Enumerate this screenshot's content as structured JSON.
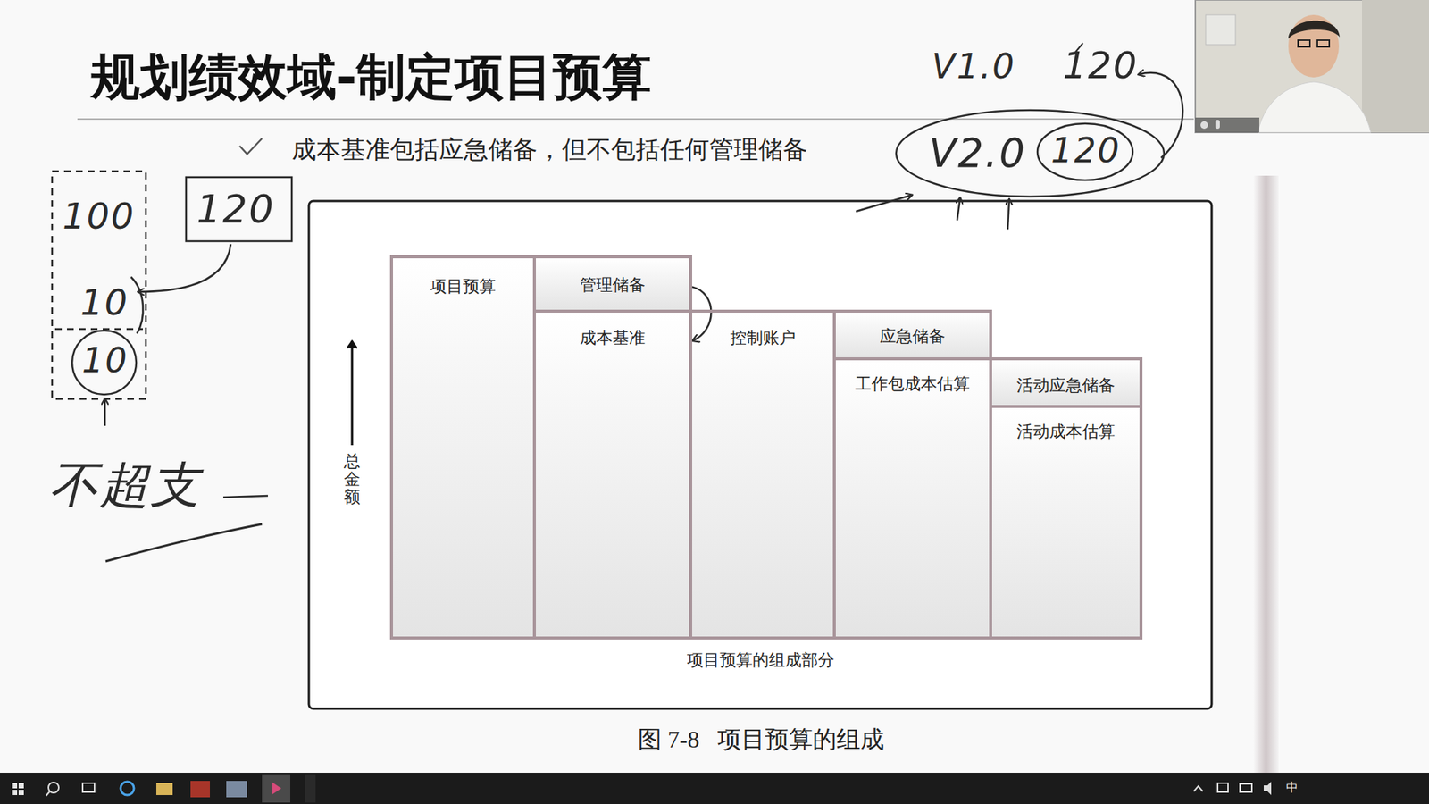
{
  "diagram": {
    "title": "规划绩效域-制定项目预算",
    "caption": "图 7-8   项目预算的组成",
    "nodes": [
      {
        "text": [
          "项目预算"
        ]
      },
      {
        "text": [
          "管理储备"
        ]
      },
      {
        "text": [
          "成本基准"
        ]
      },
      {
        "text": [
          "控制账户"
        ]
      },
      {
        "text": [
          "应急储备"
        ]
      },
      {
        "text": [
          "工作包成本估算"
        ]
      },
      {
        "text": [
          "活动应急储备"
        ]
      },
      {
        "text": [
          "活动成本估算"
        ]
      }
    ],
    "edges": [
      {
        "from": 1,
        "to": 2,
        "arrow": "to"
      }
    ],
    "labels": [
      "成本基准包括应急储备，但不包括任何管理储备",
      "项目预算的组成部分",
      "总金额",
      "V1.0",
      "120",
      "V2.0",
      "120",
      "100",
      "10",
      "10",
      "120",
      "不超支",
      "中"
    ]
  }
}
